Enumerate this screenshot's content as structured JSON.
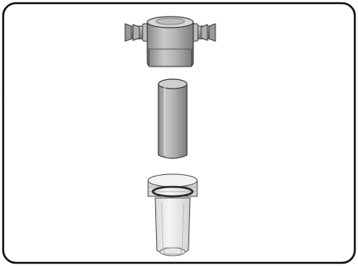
{
  "diagram": {
    "type": "exploded-view illustration",
    "parts": [
      {
        "name": "filter-head",
        "icon": "filter-housing-head-with-hose-barbs"
      },
      {
        "name": "filter-cartridge",
        "icon": "cylindrical-filter-element"
      },
      {
        "name": "filter-bowl",
        "icon": "transparent-bowl-with-o-ring"
      }
    ],
    "colors": {
      "frame": "#111111",
      "background": "#ffffff",
      "metal_light": "#d0d0d0",
      "metal_mid": "#a9a9a9",
      "metal_dark": "#7a7a7a",
      "outline": "#3a3a3a",
      "bowl_tint": "#eeeeee"
    }
  }
}
